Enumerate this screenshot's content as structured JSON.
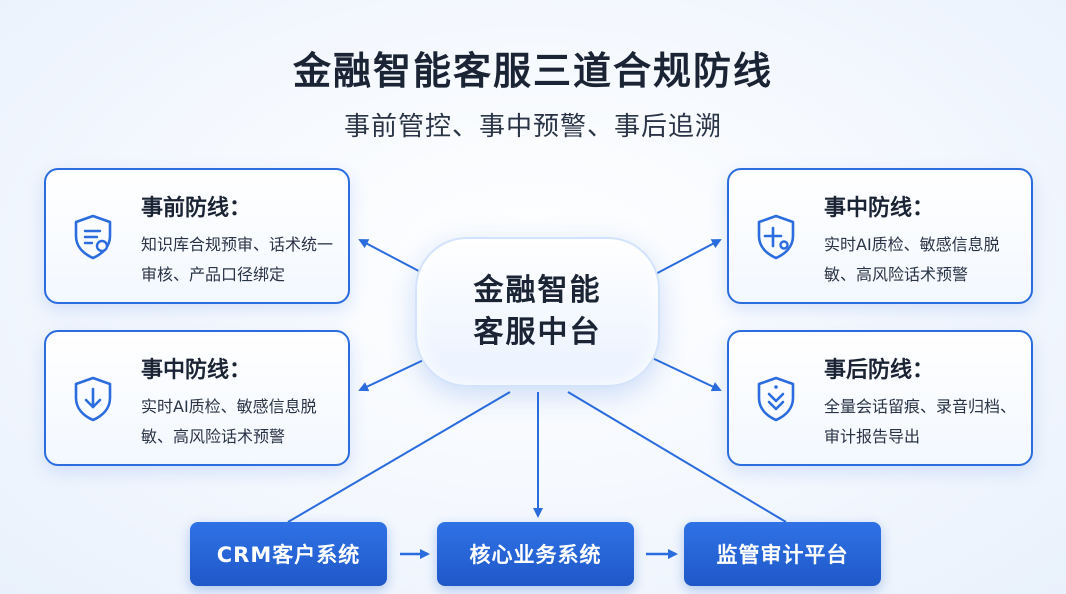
{
  "title": "金融智能客服三道合规防线",
  "subtitle": "事前管控、事中预警、事后追溯",
  "center": {
    "line1": "金融智能",
    "line2": "客服中台"
  },
  "cards": {
    "top_left": {
      "title": "事前防线：",
      "body": "知识库合规预审、话术统一审核、产品口径绑定",
      "icon": "document-shield-icon"
    },
    "mid_left": {
      "title": "事中防线：",
      "body": "实时AI质检、敏感信息脱敏、高风险话术预警",
      "icon": "shield-down-arrow-icon"
    },
    "top_right": {
      "title": "事中防线：",
      "body": "实时AI质检、敏感信息脱敏、高风险话术预警",
      "icon": "shield-plus-icon"
    },
    "mid_right": {
      "title": "事后防线：",
      "body": "全量会话留痕、录音归档、审计报告导出",
      "icon": "shield-chevrons-icon"
    }
  },
  "systems": [
    "CRM客户系统",
    "核心业务系统",
    "监管审计平台"
  ],
  "colors": {
    "accent": "#2b6cde",
    "system_box": "#2563d8",
    "text": "#1b2435"
  }
}
